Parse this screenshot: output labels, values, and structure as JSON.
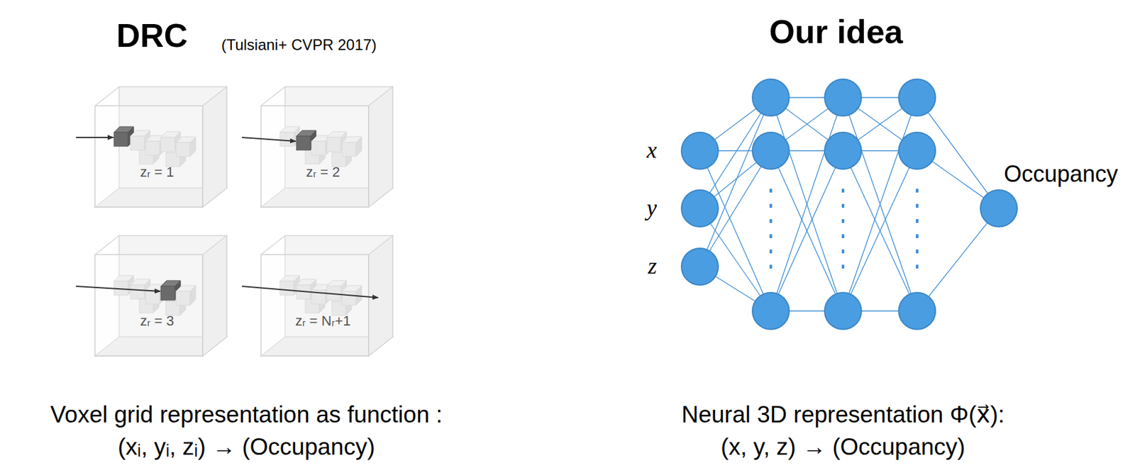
{
  "diagram": {
    "nodes": [
      {
        "text": [
          "x"
        ]
      },
      {
        "text": [
          "y"
        ]
      },
      {
        "text": [
          "z"
        ]
      },
      {
        "text": [
          "Occupancy"
        ]
      }
    ],
    "labels": [
      "DRC",
      "(Tulsiani+ CVPR 2017)",
      "zᵣ = 1",
      "zᵣ = 2",
      "zᵣ = 3",
      "zᵣ = Nᵣ+1",
      "Voxel grid representation as function :",
      "(xᵢ, yᵢ, zᵢ) → (Occupancy)",
      "Our idea",
      "Neural 3D representation Φ(x⃗):",
      "(x, y, z) → (Occupancy)"
    ]
  }
}
